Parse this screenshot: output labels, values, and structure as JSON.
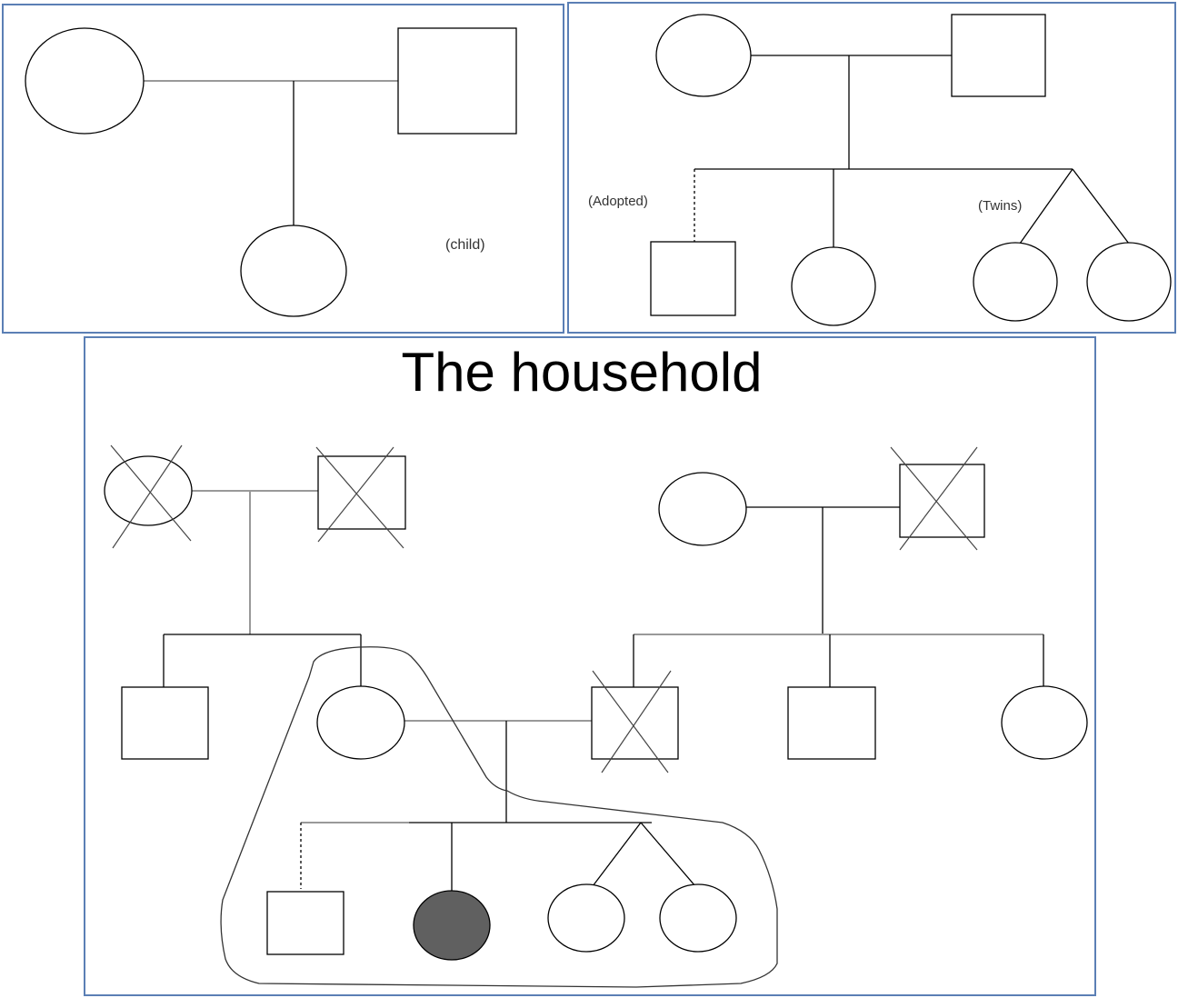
{
  "colors": {
    "panel_border": "#5b7fb5",
    "affected_fill": "#606060",
    "line": "#000000",
    "marriage_line": "#999999"
  },
  "panels": [
    {
      "labels": {
        "child": "(child)"
      }
    },
    {
      "labels": {
        "adopted": "(Adopted)",
        "twins": "(Twins)"
      }
    },
    {
      "title": "The household"
    }
  ]
}
